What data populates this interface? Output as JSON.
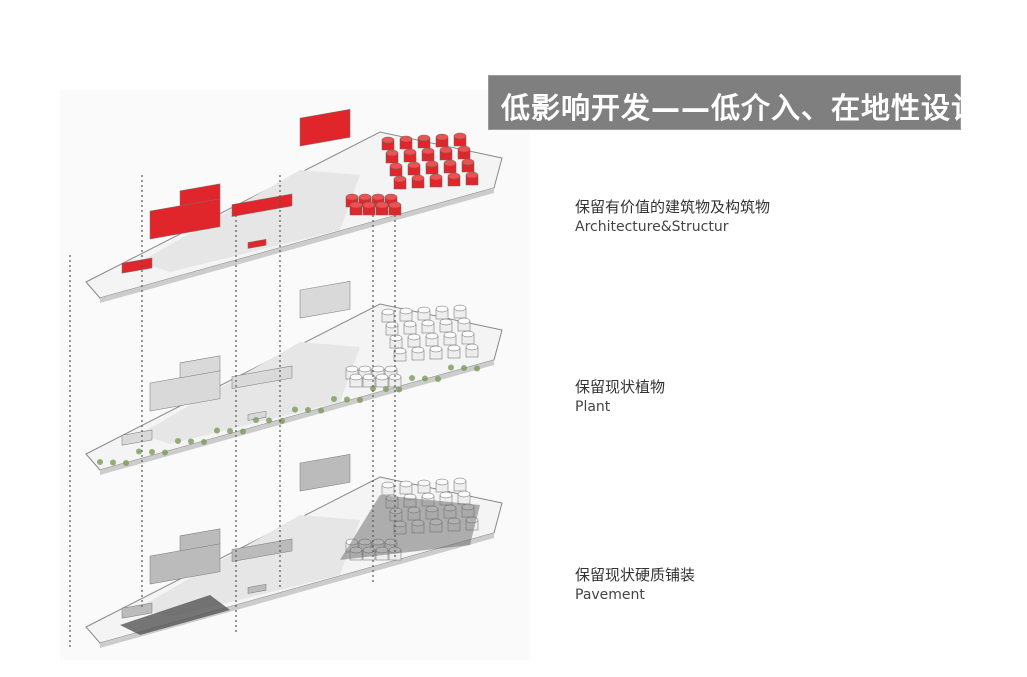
{
  "title": "低影响开发——低介入、在地性设计",
  "layers": [
    {
      "zh": "保留有价值的建筑物及构筑物",
      "en": "Architecture&Structur"
    },
    {
      "zh": "保留现状植物",
      "en": "Plant"
    },
    {
      "zh": "保留现状硬质铺装",
      "en": "Pavement"
    }
  ],
  "colors": {
    "title_bg": "#7f7f7f",
    "building_red": "#e0262a",
    "plant_green": "#7a9a5a"
  }
}
